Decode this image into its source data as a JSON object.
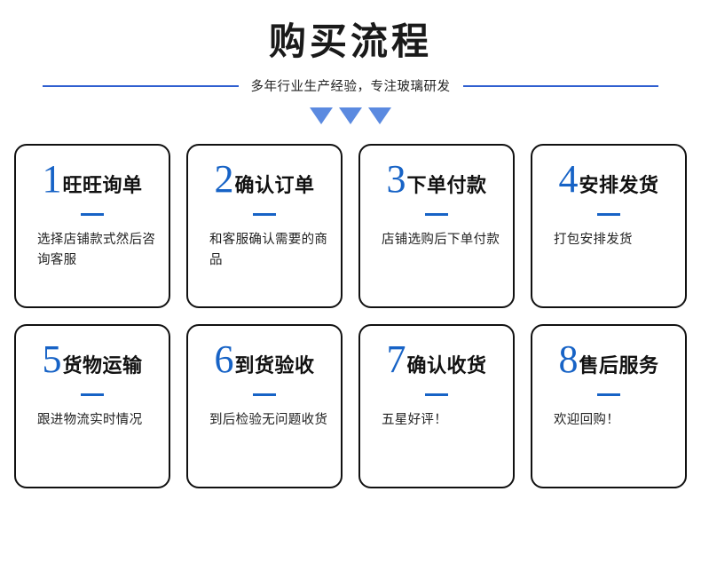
{
  "header": {
    "title": "购买流程",
    "subtitle": "多年行业生产经验，专注玻璃研发",
    "accent_color": "#1763c6",
    "rule_color": "#2f5fd0",
    "arrow_color": "#5b8ae0"
  },
  "steps": [
    {
      "num": "1",
      "title": "旺旺询单",
      "desc": "选择店铺款式然后咨询客服"
    },
    {
      "num": "2",
      "title": "确认订单",
      "desc": "和客服确认需要的商品"
    },
    {
      "num": "3",
      "title": "下单付款",
      "desc": "店铺选购后下单付款"
    },
    {
      "num": "4",
      "title": "安排发货",
      "desc": "打包安排发货"
    },
    {
      "num": "5",
      "title": "货物运输",
      "desc": "跟进物流实时情况"
    },
    {
      "num": "6",
      "title": "到货验收",
      "desc": "到后检验无问题收货"
    },
    {
      "num": "7",
      "title": "确认收货",
      "desc": "五星好评！"
    },
    {
      "num": "8",
      "title": "售后服务",
      "desc": "欢迎回购！"
    }
  ]
}
